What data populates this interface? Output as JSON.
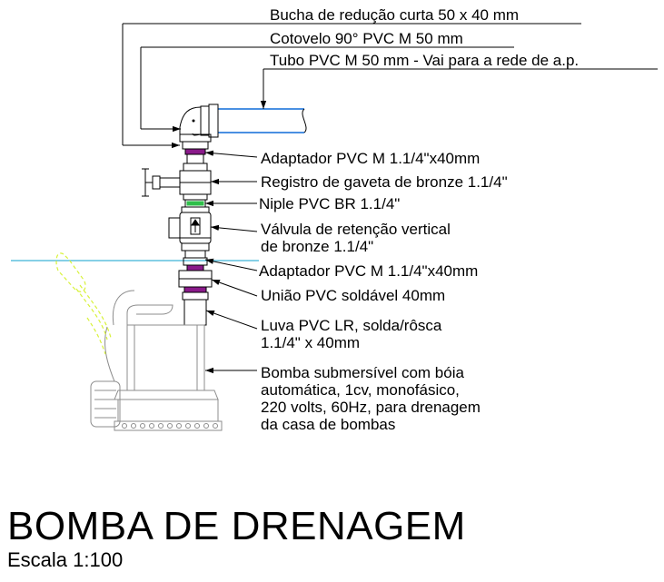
{
  "title": "BOMBA DE DRENAGEM",
  "scale": "Escala 1:100",
  "labels": {
    "bucha": "Bucha de redução curta 50 x 40 mm",
    "cotovelo": "Cotovelo 90° PVC M 50 mm",
    "tubo": "Tubo PVC M 50 mm - Vai para a rede de a.p.",
    "adaptador_top": "Adaptador PVC M 1.1/4\"x40mm",
    "registro": "Registro de gaveta de bronze 1.1/4\"",
    "niple": "Niple PVC BR 1.1/4\"",
    "valvula_1": "Válvula de retenção vertical",
    "valvula_2": "de bronze 1.1/4\"",
    "adaptador_bottom": "Adaptador PVC M 1.1/4\"x40mm",
    "uniao": "União PVC soldável 40mm",
    "luva_1": "Luva PVC LR, solda/rôsca",
    "luva_2": "1.1/4\" x 40mm",
    "bomba_1": "Bomba submersível com bóia",
    "bomba_2": "automática, 1cv, monofásico,",
    "bomba_3": "220 volts, 60Hz, para drenagem",
    "bomba_4": "da casa de bombas"
  },
  "colors": {
    "ink": "#000000",
    "pipe_blue": "#4a90e2",
    "water_line": "#3fb5d8",
    "adapter_purple": "#8a1a8a",
    "niple_green": "#2fbf4a",
    "float_yellow": "#d8f23a",
    "pump_gray": "#8c8c8c"
  }
}
